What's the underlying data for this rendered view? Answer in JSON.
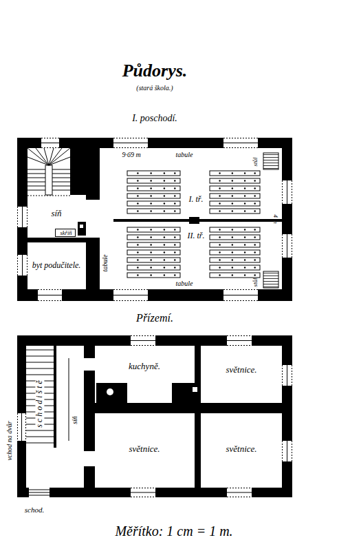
{
  "diagram": {
    "title": "Půdorys.",
    "nodes": [
      {
        "text": [
          "síň"
        ]
      },
      {
        "text": [
          "skříň"
        ],
        "in": 0
      },
      {
        "text": [
          "byt podučitele."
        ]
      },
      {
        "text": [
          "I. tř.",
          "II. tř."
        ]
      },
      {
        "text": [
          "kuchyně."
        ]
      },
      {
        "text": [
          "světnice."
        ]
      },
      {
        "text": [
          "světnice."
        ]
      },
      {
        "text": [
          "světnice."
        ]
      }
    ],
    "labels": [
      "(stará škola.)",
      "I. poschodí.",
      "9·69 m",
      "tabule",
      "stůl",
      "4 m",
      "stůl",
      "tabule",
      "tabule",
      "Přízemí.",
      "schodiště",
      "síň",
      "vchod na dvůr",
      "schod.",
      "Měřítko: 1 cm = 1 m."
    ]
  }
}
